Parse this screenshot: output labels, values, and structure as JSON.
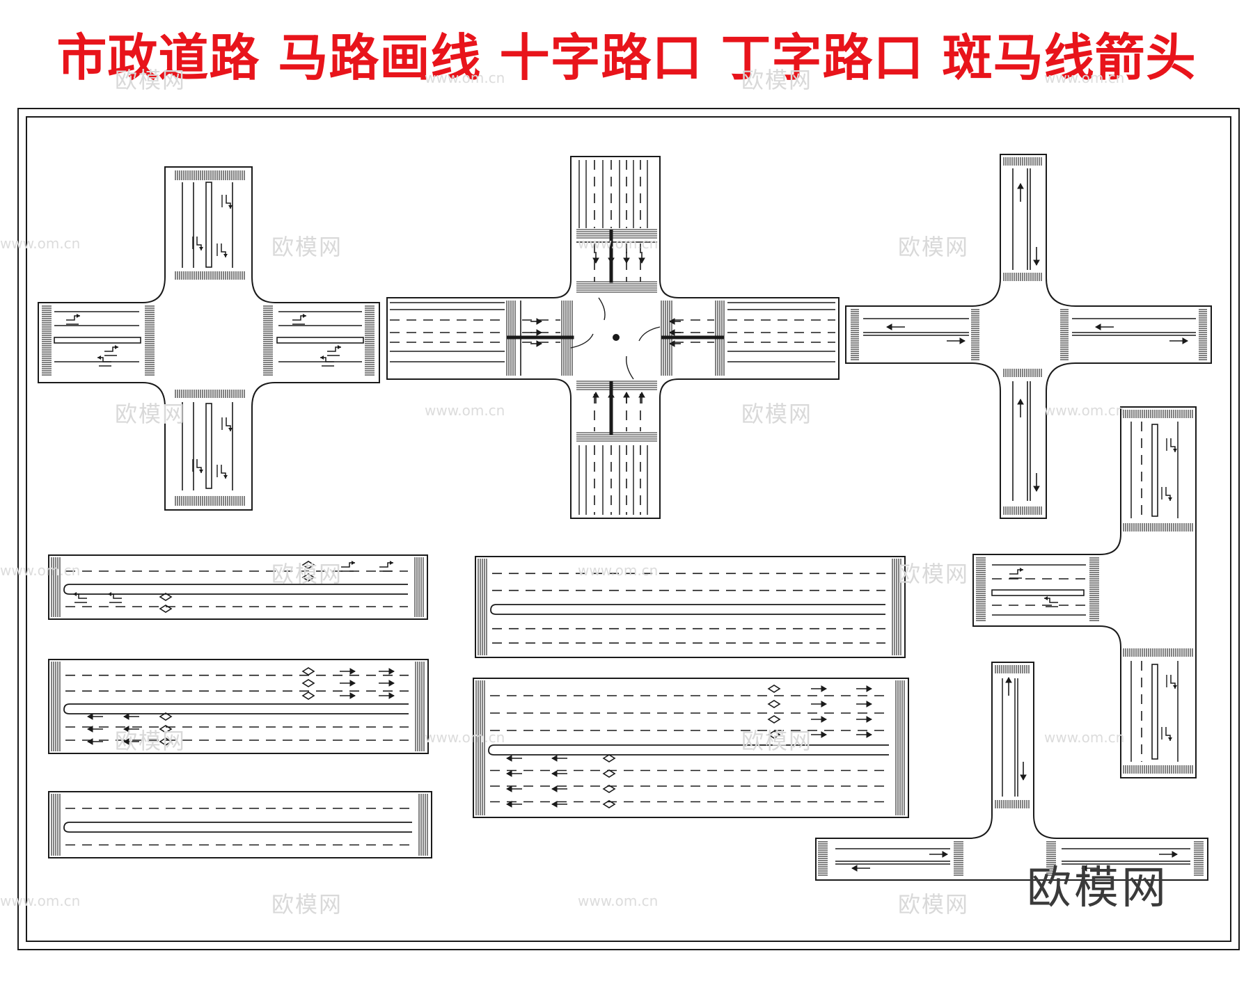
{
  "title": "市政道路 马路画线 十字路口 丁字路口 斑马线箭头 CAD图库",
  "watermark": {
    "text": "欧模网",
    "url": "www.om.cn",
    "brand": "欧模网"
  },
  "colors": {
    "title": "#e8141b",
    "line": "#1a1a1a",
    "watermark": "#d9d9d9"
  }
}
